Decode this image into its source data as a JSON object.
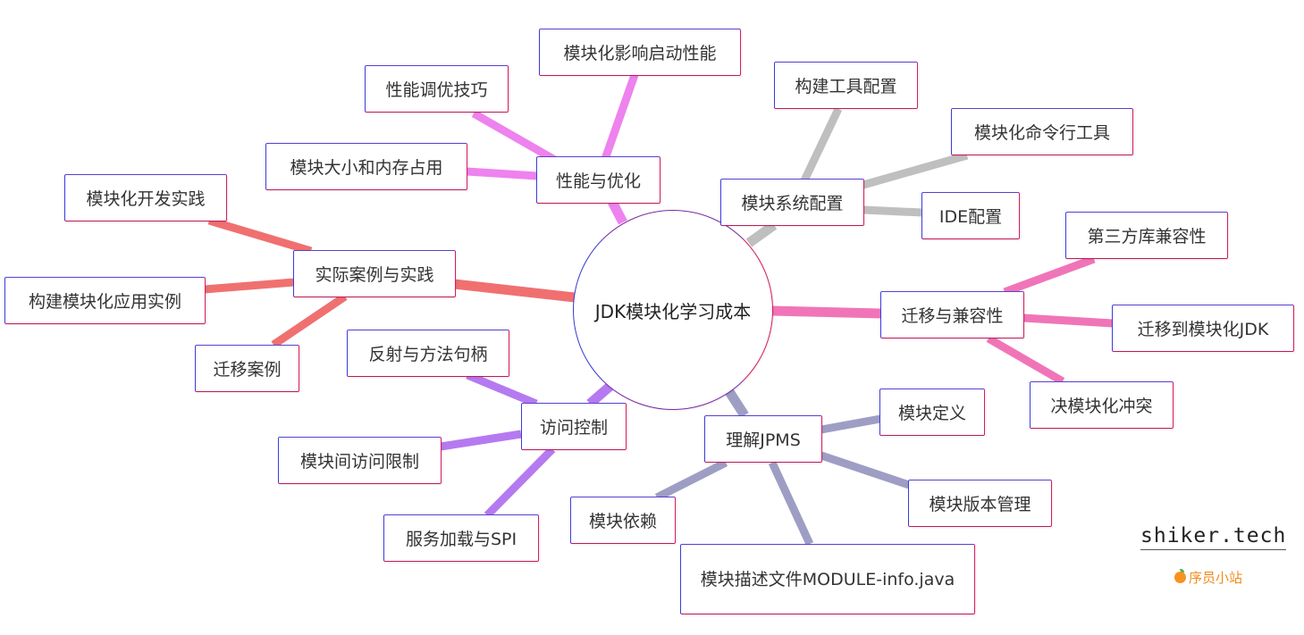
{
  "mindmap": {
    "root": "JDK模块化学习成本",
    "branches": {
      "perf": {
        "label": "性能与优化",
        "color": "#ee82ee",
        "children": [
          "模块化影响启动性能",
          "性能调优技巧",
          "模块大小和内存占用"
        ]
      },
      "config": {
        "label": "模块系统配置",
        "color": "#bfbfbf",
        "children": [
          "构建工具配置",
          "模块化命令行工具",
          "IDE配置"
        ]
      },
      "practice": {
        "label": "实际案例与实践",
        "color": "#f07070",
        "children": [
          "模块化开发实践",
          "构建模块化应用实例",
          "迁移案例"
        ]
      },
      "migrate": {
        "label": "迁移与兼容性",
        "color": "#f075b8",
        "children": [
          "第三方库兼容性",
          "迁移到模块化JDK",
          "决模块化冲突"
        ]
      },
      "access": {
        "label": "访问控制",
        "color": "#b57af0",
        "children": [
          "反射与方法句柄",
          "模块间访问限制",
          "服务加载与SPI"
        ]
      },
      "jpms": {
        "label": "理解JPMS",
        "color": "#9e9ec4",
        "children": [
          "模块定义",
          "模块版本管理",
          "模块依赖",
          "模块描述文件MODULE-info.java"
        ]
      }
    }
  },
  "brand": {
    "site": "shiker.tech",
    "subtitle": "序员小站"
  }
}
